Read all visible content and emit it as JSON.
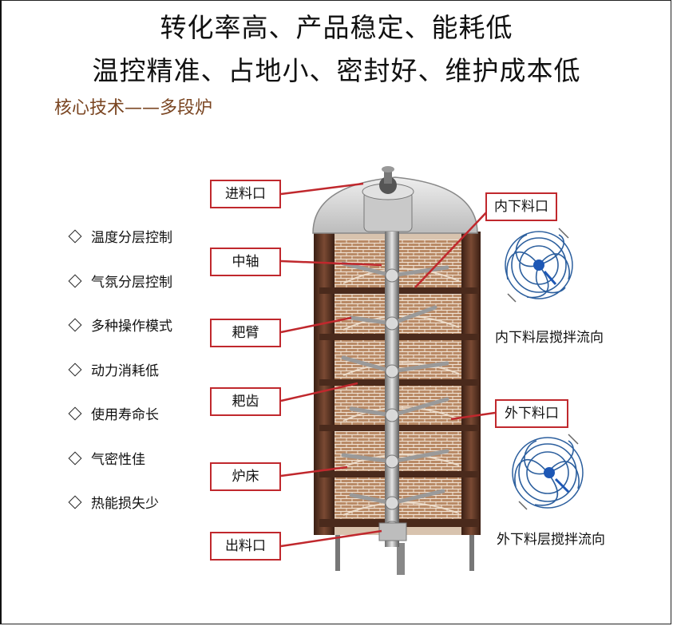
{
  "headline": {
    "line1": "转化率高、产品稳定、能耗低",
    "line2": "温控精准、占地小、密封好、维护成本低"
  },
  "subtitle": "核心技术——多段炉",
  "features": [
    "温度分层控制",
    "气氛分层控制",
    "多种操作模式",
    "动力消耗低",
    "使用寿命长",
    "气密性佳",
    "热能损失少"
  ],
  "left_labels": [
    "进料口",
    "中轴",
    "耙臂",
    "耙齿",
    "炉床",
    "出料口"
  ],
  "right_labels": [
    "内下料口",
    "外下料口"
  ],
  "captions": [
    "内下料层搅拌流向",
    "外下料层搅拌流向"
  ],
  "colors": {
    "label_border": "#c0282d",
    "subtitle": "#7a4521",
    "swirl": "#2c5f9e"
  }
}
